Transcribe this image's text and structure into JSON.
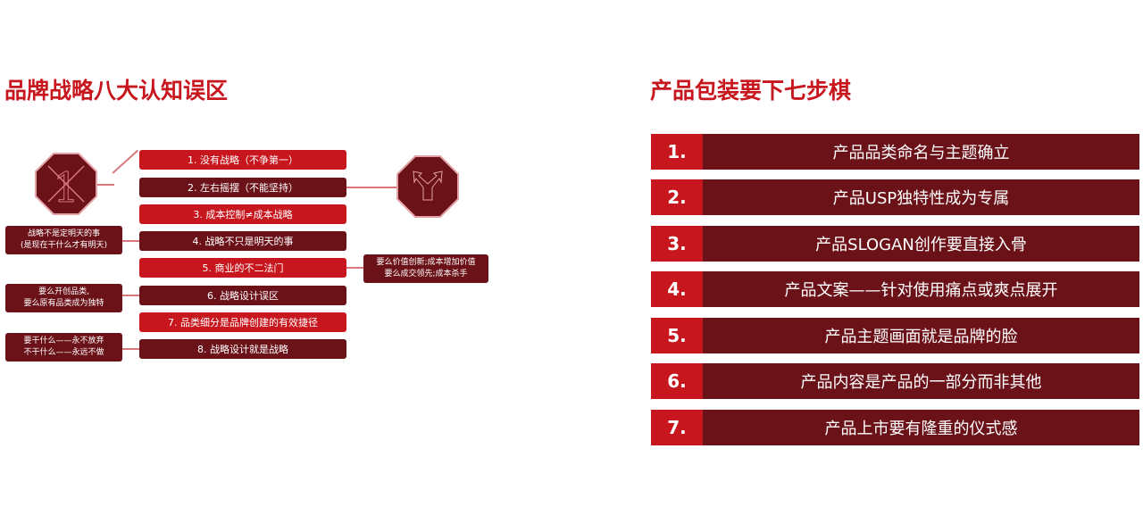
{
  "left": {
    "title": "品牌战略八大认知误区",
    "items": [
      "1. 没有战略（不争第一）",
      "2. 左右摇摆（不能坚持）",
      "3. 成本控制≠成本战略",
      "4. 战略不只是明天的事",
      "5. 商业的不二法门",
      "6. 战略设计误区",
      "7. 品类细分是品牌创建的有效捷径",
      "8. 战略设计就是战略"
    ],
    "notes": {
      "n4": [
        "战略不是定明天的事",
        "(是现在干什么才有明天)"
      ],
      "n5": [
        "要么价值创新;成本增加价值",
        "要么成交领先;成本杀手"
      ],
      "n6": [
        "要么开创品类,",
        "要么原有品类成为独特"
      ],
      "n8": [
        "要干什么——永不放弃",
        "不干什么——永远不做"
      ]
    }
  },
  "right": {
    "title": "产品包装要下七步棋",
    "steps": [
      {
        "num": "1.",
        "text": "产品品类命名与主题确立"
      },
      {
        "num": "2.",
        "text": "产品USP独特性成为专属"
      },
      {
        "num": "3.",
        "text": "产品SLOGAN创作要直接入骨"
      },
      {
        "num": "4.",
        "text": "产品文案——针对使用痛点或爽点展开"
      },
      {
        "num": "5.",
        "text": "产品主题画面就是品牌的脸"
      },
      {
        "num": "6.",
        "text": "产品内容是产品的一部分而非其他"
      },
      {
        "num": "7.",
        "text": "产品上市要有隆重的仪式感"
      }
    ]
  },
  "colors": {
    "red": "#c8161e",
    "dark": "#6b1219"
  }
}
